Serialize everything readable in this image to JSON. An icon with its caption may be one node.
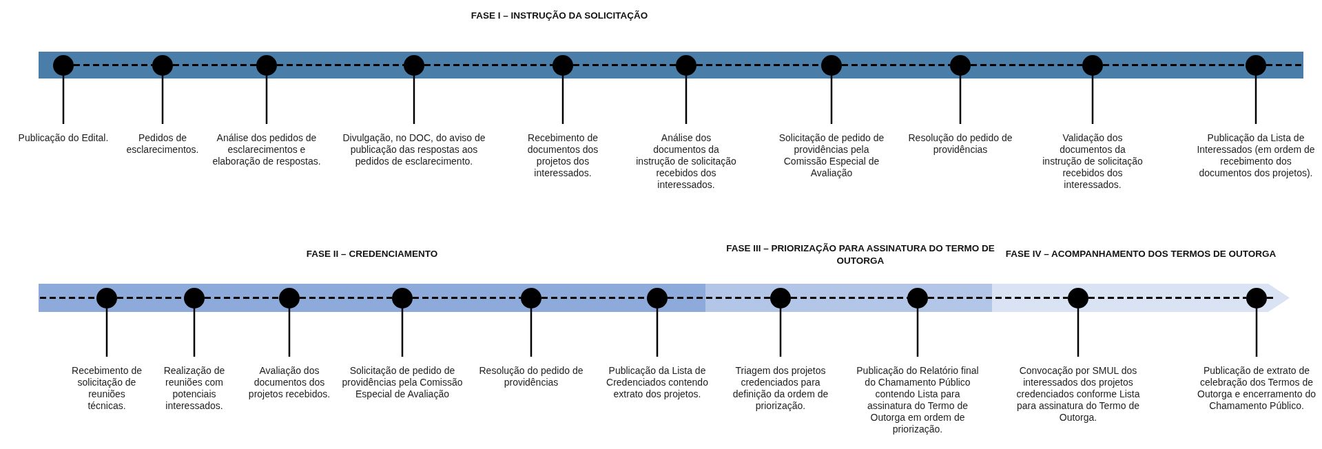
{
  "diagram": {
    "nodes": [
      {
        "text": [
          "FASE I – INSTRUÇÃO DA SOLICITAÇÃO"
        ]
      },
      {
        "text": [],
        "shape": "circle",
        "in": 0
      },
      {
        "text": [],
        "shape": "circle",
        "in": 0
      },
      {
        "text": [],
        "shape": "circle",
        "in": 0
      },
      {
        "text": [],
        "shape": "circle",
        "in": 0
      },
      {
        "text": [],
        "shape": "circle",
        "in": 0
      },
      {
        "text": [],
        "shape": "circle",
        "in": 0
      },
      {
        "text": [],
        "shape": "circle",
        "in": 0
      },
      {
        "text": [],
        "shape": "circle",
        "in": 0
      },
      {
        "text": [],
        "shape": "circle",
        "in": 0
      },
      {
        "text": [],
        "shape": "circle",
        "in": 0
      },
      {
        "text": [
          "Publicação do Edital."
        ]
      },
      {
        "text": [
          "Pedidos de esclarecimentos."
        ]
      },
      {
        "text": [
          "Análise dos pedidos de esclarecimentos e elaboração de respostas."
        ]
      },
      {
        "text": [
          "Divulgação, no DOC, do aviso de publicação das respostas aos pedidos de esclarecimento."
        ]
      },
      {
        "text": [
          "Recebimento de documentos dos projetos dos interessados."
        ]
      },
      {
        "text": [
          "Análise dos documentos da instrução de solicitação recebidos dos interessados."
        ]
      },
      {
        "text": [
          "Solicitação de pedido de providências pela Comissão Especial de Avaliação"
        ]
      },
      {
        "text": [
          "Resolução do pedido de providências"
        ]
      },
      {
        "text": [
          "Validação dos documentos da instrução de solicitação recebidos dos interessados."
        ]
      },
      {
        "text": [
          "Publicação da Lista de Interessados (em ordem de recebimento dos documentos dos projetos)."
        ]
      },
      {
        "text": [
          "FASE II – CREDENCIAMENTO"
        ]
      },
      {
        "text": [],
        "shape": "circle",
        "in": 21
      },
      {
        "text": [],
        "shape": "circle",
        "in": 21
      },
      {
        "text": [],
        "shape": "circle",
        "in": 21
      },
      {
        "text": [],
        "shape": "circle",
        "in": 21
      },
      {
        "text": [],
        "shape": "circle",
        "in": 21
      },
      {
        "text": [],
        "shape": "circle",
        "in": 21
      },
      {
        "text": [
          "FASE III – PRIORIZAÇÃO PARA ASSINATURA DO TERMO DE OUTORGA"
        ]
      },
      {
        "text": [],
        "shape": "circle",
        "in": 28
      },
      {
        "text": [],
        "shape": "circle",
        "in": 28
      },
      {
        "text": [
          "FASE IV – ACOMPANHAMENTO DOS TERMOS DE OUTORGA"
        ]
      },
      {
        "text": [],
        "shape": "circle",
        "in": 31
      },
      {
        "text": [],
        "shape": "circle",
        "in": 31
      },
      {
        "text": [
          "Recebimento de solicitação de reuniões técnicas."
        ]
      },
      {
        "text": [
          "Realização de reuniões com potenciais interessados."
        ]
      },
      {
        "text": [
          "Avaliação dos documentos dos projetos recebidos."
        ]
      },
      {
        "text": [
          "Solicitação de pedido de providências pela Comissão Especial de Avaliação"
        ]
      },
      {
        "text": [
          "Resolução do pedido de providências"
        ]
      },
      {
        "text": [
          "Publicação da Lista de Credenciados contendo extrato dos projetos."
        ]
      },
      {
        "text": [
          "Triagem dos projetos credenciados para definição da ordem de priorização."
        ]
      },
      {
        "text": [
          "Publicação do Relatório final do Chamamento Público contendo Lista para assinatura do Termo de Outorga em ordem de priorização."
        ]
      },
      {
        "text": [
          "Convocação por SMUL dos interessados dos projetos credenciados conforme Lista para assinatura do Termo de Outorga."
        ]
      },
      {
        "text": [
          "Publicação de extrato de celebração dos Termos de Outorga e encerramento do Chamamento Público."
        ]
      }
    ],
    "edges": [
      {
        "from": 1,
        "to": 2,
        "arrow": "none",
        "style": "dashed"
      },
      {
        "from": 2,
        "to": 3,
        "arrow": "none",
        "style": "dashed"
      },
      {
        "from": 3,
        "to": 4,
        "arrow": "none",
        "style": "dashed"
      },
      {
        "from": 4,
        "to": 5,
        "arrow": "none",
        "style": "dashed"
      },
      {
        "from": 5,
        "to": 6,
        "arrow": "none",
        "style": "dashed"
      },
      {
        "from": 6,
        "to": 7,
        "arrow": "none",
        "style": "dashed"
      },
      {
        "from": 7,
        "to": 8,
        "arrow": "none",
        "style": "dashed"
      },
      {
        "from": 8,
        "to": 9,
        "arrow": "none",
        "style": "dashed"
      },
      {
        "from": 9,
        "to": 10,
        "arrow": "none",
        "style": "dashed"
      },
      {
        "from": 1,
        "to": 11,
        "arrow": "none"
      },
      {
        "from": 2,
        "to": 12,
        "arrow": "none"
      },
      {
        "from": 3,
        "to": 13,
        "arrow": "none"
      },
      {
        "from": 4,
        "to": 14,
        "arrow": "none"
      },
      {
        "from": 5,
        "to": 15,
        "arrow": "none"
      },
      {
        "from": 6,
        "to": 16,
        "arrow": "none"
      },
      {
        "from": 7,
        "to": 17,
        "arrow": "none"
      },
      {
        "from": 8,
        "to": 18,
        "arrow": "none"
      },
      {
        "from": 9,
        "to": 19,
        "arrow": "none"
      },
      {
        "from": 10,
        "to": 20,
        "arrow": "none"
      },
      {
        "from": 22,
        "to": 23,
        "arrow": "none",
        "style": "dashed"
      },
      {
        "from": 23,
        "to": 24,
        "arrow": "none",
        "style": "dashed"
      },
      {
        "from": 24,
        "to": 25,
        "arrow": "none",
        "style": "dashed"
      },
      {
        "from": 25,
        "to": 26,
        "arrow": "none",
        "style": "dashed"
      },
      {
        "from": 26,
        "to": 27,
        "arrow": "none",
        "style": "dashed"
      },
      {
        "from": 27,
        "to": 29,
        "arrow": "none",
        "style": "dashed"
      },
      {
        "from": 29,
        "to": 30,
        "arrow": "none",
        "style": "dashed"
      },
      {
        "from": 30,
        "to": 32,
        "arrow": "none",
        "style": "dashed"
      },
      {
        "from": 32,
        "to": 33,
        "arrow": "none",
        "style": "dashed"
      },
      {
        "from": 22,
        "to": 34,
        "arrow": "none"
      },
      {
        "from": 23,
        "to": 35,
        "arrow": "none"
      },
      {
        "from": 24,
        "to": 36,
        "arrow": "none"
      },
      {
        "from": 25,
        "to": 37,
        "arrow": "none"
      },
      {
        "from": 26,
        "to": 38,
        "arrow": "none"
      },
      {
        "from": 27,
        "to": 39,
        "arrow": "none"
      },
      {
        "from": 29,
        "to": 40,
        "arrow": "none"
      },
      {
        "from": 30,
        "to": 41,
        "arrow": "none"
      },
      {
        "from": 32,
        "to": 42,
        "arrow": "none"
      },
      {
        "from": 33,
        "to": 43,
        "arrow": "none"
      }
    ]
  }
}
